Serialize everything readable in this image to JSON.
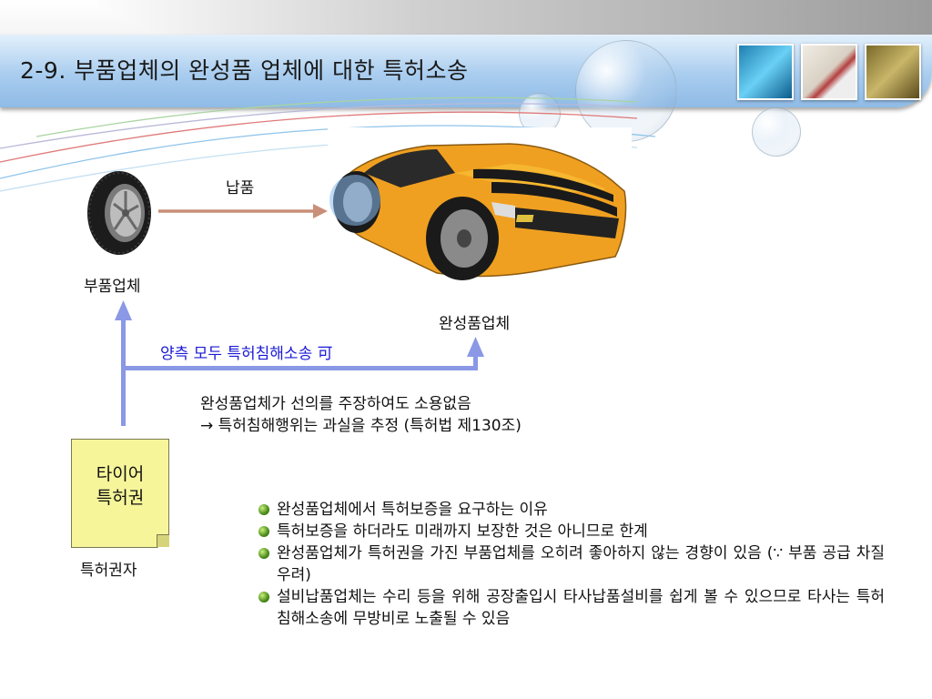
{
  "header": {
    "title": "2-9. 부품업체의 완성품 업체에 대한 특허소송"
  },
  "diagram": {
    "delivery_label": "납품",
    "parts_maker_label": "부품업체",
    "finished_maker_label": "완성품업체",
    "both_sides_label": "양측 모두 특허침해소송 可",
    "note_line1": "완성품업체가 선의를 주장하여도 소용없음",
    "note_line2": "→ 특허침해행위는 과실을 추정 (특허법 제130조)",
    "patent_card_line1": "타이어",
    "patent_card_line2": "특허권",
    "patent_holder_label": "특허권자"
  },
  "bullets": [
    "완성품업체에서 특허보증을 요구하는 이유",
    "특허보증을 하더라도 미래까지 보장한 것은 아니므로 한계",
    "완성품업체가 특허권을 가진 부품업체를 오히려 좋아하지 않는 경향이 있음 (∵ 부품 공급 차질 우려)",
    "설비납품업체는 수리 등을 위해 공장출입시 타사납품설비를 쉽게 볼 수 있으므로 타사는 특허침해소송에 무방비로 노출될 수 있음"
  ],
  "colors": {
    "arrow_blue": "#8a98e6",
    "arrow_brown": "#c98f78",
    "label_blue": "#1a1ad6",
    "sticky_yellow": "#f6f59a",
    "car_orange": "#f0a020"
  }
}
